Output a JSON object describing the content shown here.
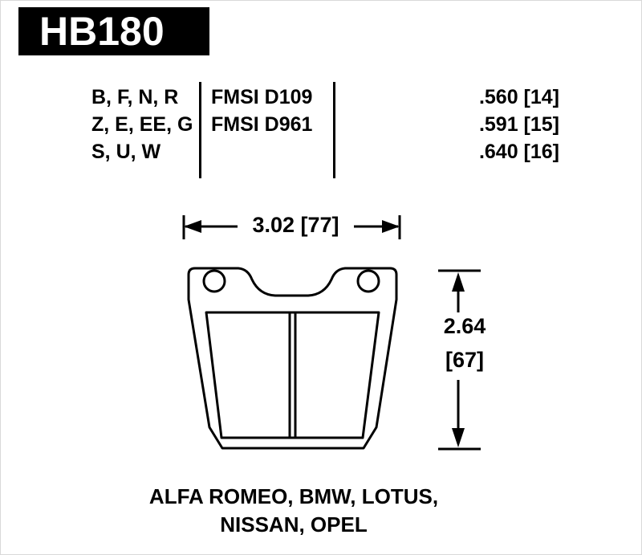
{
  "header": {
    "part_number": "HB180"
  },
  "spec_table": {
    "compound_rows": [
      "B, F, N, R",
      "Z, E, EE, G",
      "S, U, W"
    ],
    "fmsi_rows": [
      "FMSI D109",
      "FMSI D961"
    ],
    "thickness_rows": [
      ".560 [14]",
      ".591 [15]",
      ".640 [16]"
    ]
  },
  "dimensions": {
    "width_label": "3.02 [77]",
    "height_label_line1": "2.64",
    "height_label_line2": "[67]"
  },
  "applications": {
    "line1": "ALFA ROMEO, BMW, LOTUS,",
    "line2": "NISSAN, OPEL"
  },
  "colors": {
    "ink": "#000000",
    "paper": "#ffffff"
  }
}
